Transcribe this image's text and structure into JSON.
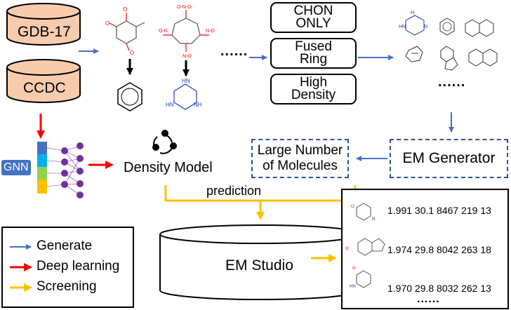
{
  "sources": {
    "db1": "GDB-17",
    "db2": "CCDC"
  },
  "filters": {
    "chon": [
      "CHON",
      "ONLY"
    ],
    "fused": [
      "Fused",
      "Ring"
    ],
    "density": [
      "High",
      "Density"
    ]
  },
  "ellipsis": {
    "middle": "......",
    "right": "......",
    "bottom": "......"
  },
  "gnn_label": "GNN",
  "density_model": "Density Model",
  "em_generator": "EM Generator",
  "large_number": [
    "Large Number",
    "of Molecules"
  ],
  "prediction": "prediction",
  "em_studio": "EM Studio",
  "legend": {
    "generate": "Generate",
    "deep_learning": "Deep learning",
    "screening": "Screening"
  },
  "results": [
    "1.991 30.1 8467 219 13",
    "1.974 29.8 8042 263 18",
    "1.970 29.8 8032 262 13"
  ],
  "colors": {
    "generate": "#4472c4",
    "deep_learning": "#ff0000",
    "screening": "#ffc000",
    "database_fill": "#f8cbad",
    "dashed_border": "#2f5597",
    "gnn_label_bg": "#4472c4",
    "neuron": "#7030a0",
    "nitro_red": "#ff0000",
    "amine_blue": "#1f3fbf"
  },
  "icons": [
    "database-icon",
    "benzene-icon",
    "triazine-ring-icon",
    "naphthalene-icon",
    "neural-network-icon",
    "cycle-icon"
  ]
}
